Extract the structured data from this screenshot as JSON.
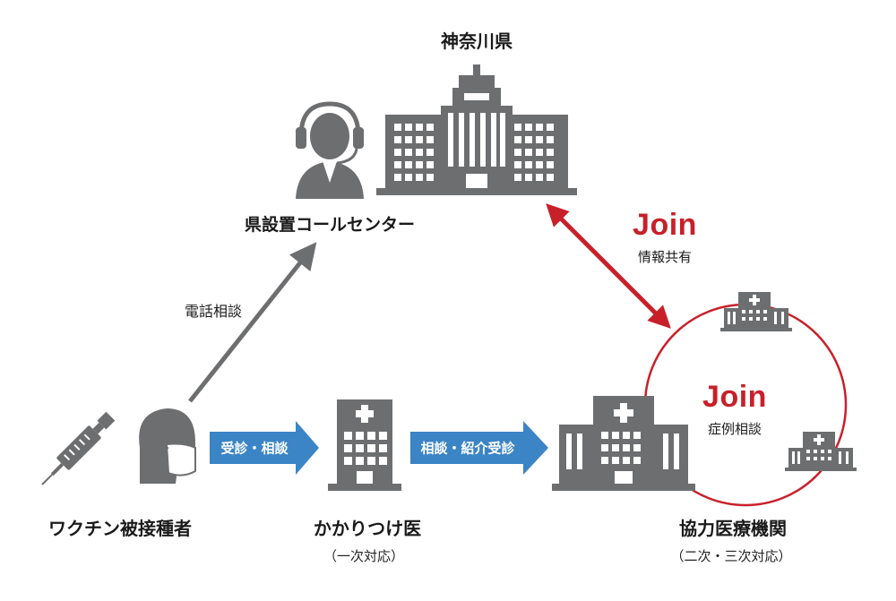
{
  "colors": {
    "gray": "#6d6e70",
    "red": "#c8202a",
    "blue": "#3b84c6"
  },
  "nodes": {
    "prefecture": {
      "label": "神奈川県",
      "icon": "government-building-icon"
    },
    "call_center": {
      "label": "県設置コールセンター",
      "icon": "operator-headset-icon"
    },
    "vaccinee": {
      "label": "ワクチン被接種者",
      "icon": "masked-person-icon",
      "extra_icon": "syringe-icon"
    },
    "clinic": {
      "label": "かかりつけ医",
      "sublabel": "（一次対応）",
      "icon": "clinic-building-icon"
    },
    "hospitals": {
      "label": "協力医療機関",
      "sublabel": "（二次・三次対応）",
      "icon": "hospital-icon"
    }
  },
  "edges": {
    "phone": {
      "label": "電話相談"
    },
    "visit": {
      "label": "受診・相談"
    },
    "referral": {
      "label": "相談・紹介受診"
    },
    "info_share": {
      "brand": "Join",
      "label": "情報共有"
    },
    "case_consult": {
      "brand": "Join",
      "label": "症例相談"
    }
  }
}
